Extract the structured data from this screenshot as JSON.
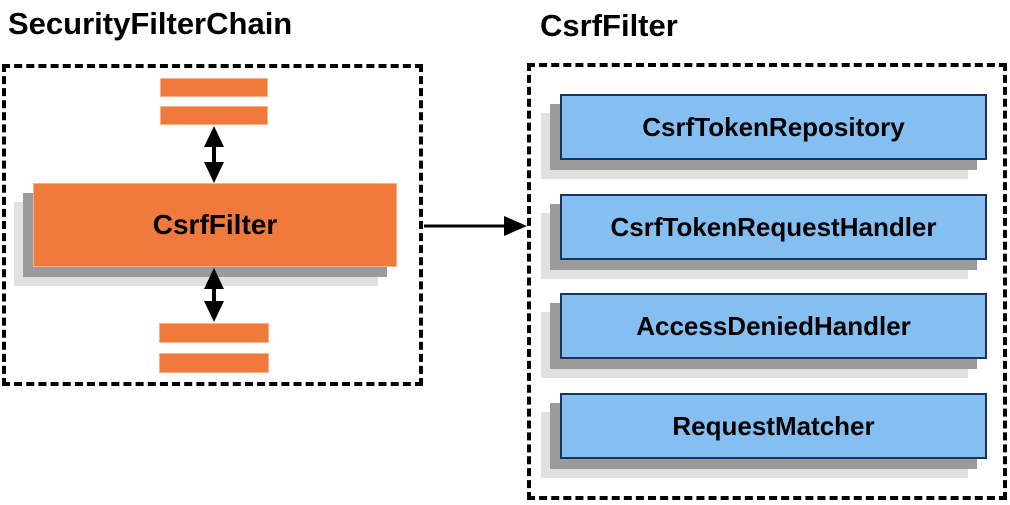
{
  "diagram": {
    "left_group": {
      "title": "SecurityFilterChain",
      "csrf_filter_box": {
        "label": "CsrfFilter"
      },
      "other_filter_bars": {
        "top_count": 2,
        "bottom_count": 2,
        "description_icon": "filter-placeholder-bar"
      }
    },
    "right_group": {
      "title": "CsrfFilter",
      "components": [
        "CsrfTokenRepository",
        "CsrfTokenRequestHandler",
        "AccessDeniedHandler",
        "RequestMatcher"
      ]
    },
    "colors": {
      "orange_fill": "#F0793C",
      "orange_border": "#F9B083",
      "blue_fill": "#85BEF0",
      "blue_border": "#17365D",
      "shadow_dark": "#9B9B9B",
      "shadow_light": "#E1E1E1",
      "outline": "#000000",
      "canvas_bg": "#FFFFFF"
    }
  }
}
